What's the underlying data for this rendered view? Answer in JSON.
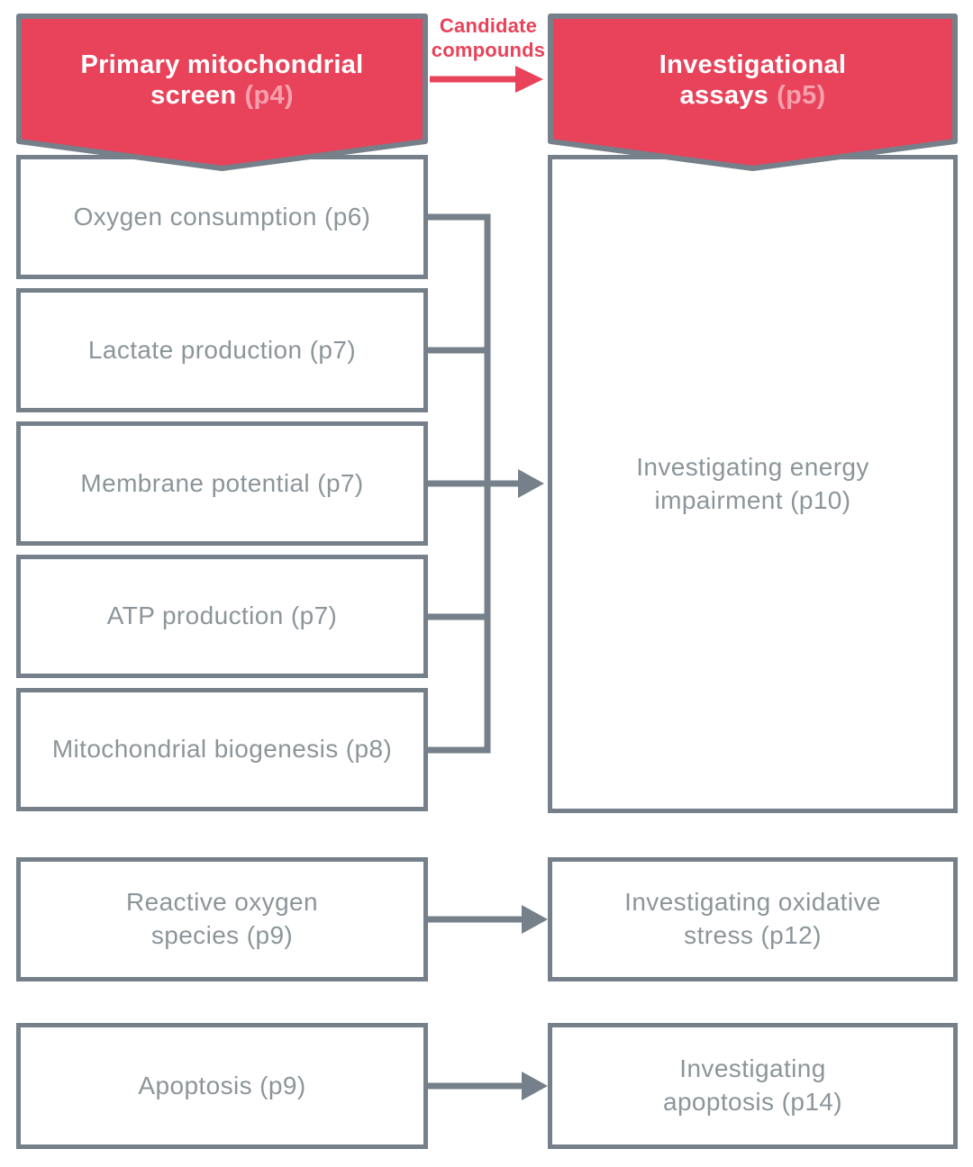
{
  "colors": {
    "accent_red": "#E8435A",
    "page_ref_pink": "#F5A0AC",
    "line_gray": "#75808A",
    "text_gray": "#8C9599"
  },
  "banners": {
    "primary": {
      "line1": "Primary mitochondrial",
      "line2": "screen",
      "page": "(p4)"
    },
    "investigational": {
      "line1": "Investigational",
      "line2": "assays",
      "page": "(p5)"
    }
  },
  "flow_label": {
    "text": "Candidate\ncompounds"
  },
  "screen_boxes": [
    {
      "label": "Oxygen consumption (p6)"
    },
    {
      "label": "Lactate production (p7)"
    },
    {
      "label": "Membrane potential (p7)"
    },
    {
      "label": "ATP production (p7)"
    },
    {
      "label": "Mitochondrial biogenesis (p8)"
    },
    {
      "label": "Reactive oxygen\nspecies (p9)"
    },
    {
      "label": "Apoptosis (p9)"
    }
  ],
  "assay_boxes": [
    {
      "label": "Investigating energy\nimpairment (p10)"
    },
    {
      "label": "Investigating oxidative\nstress (p12)"
    },
    {
      "label": "Investigating\napoptosis (p14)"
    }
  ]
}
